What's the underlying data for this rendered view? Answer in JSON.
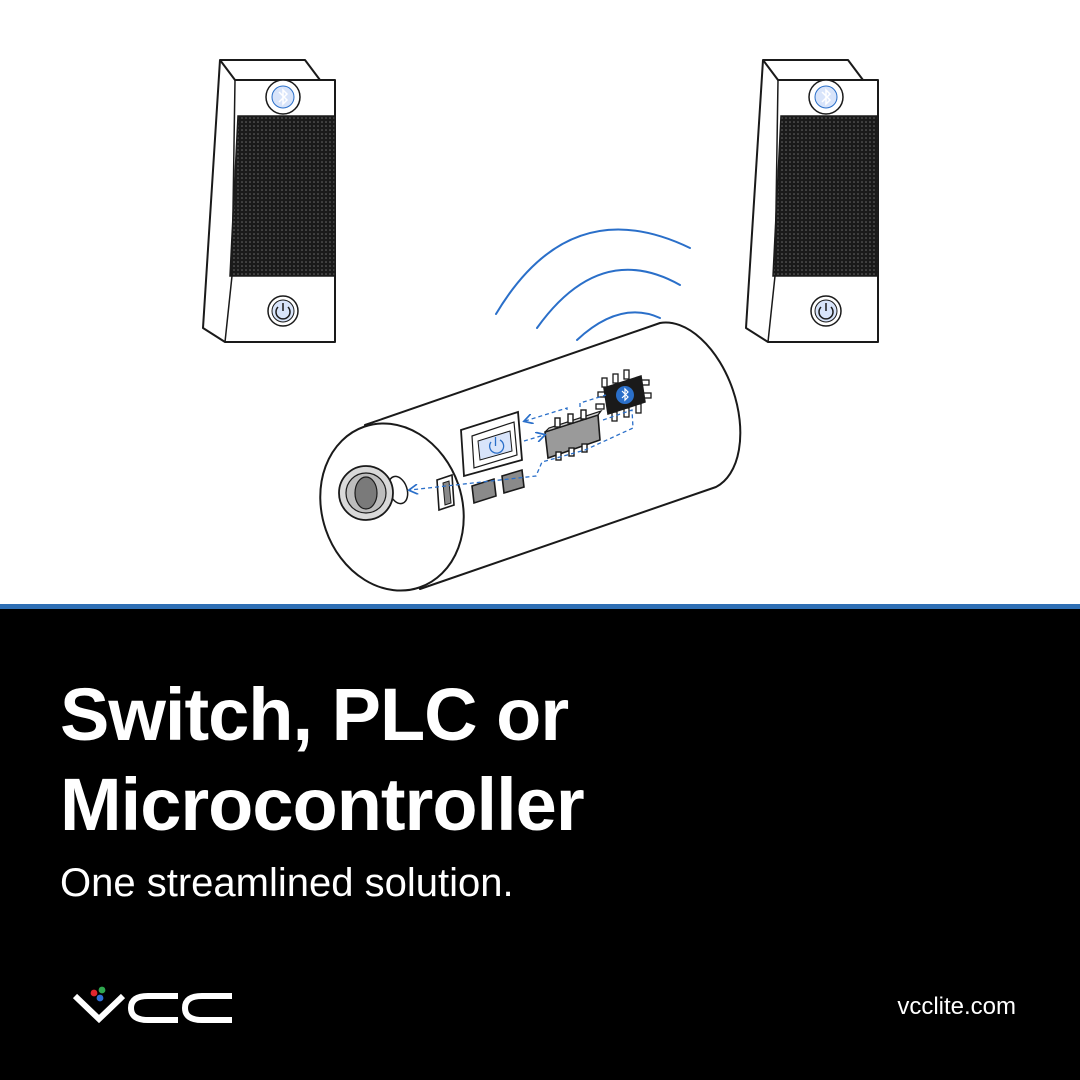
{
  "colors": {
    "accent": "#2a6fc9",
    "banner": "#000000",
    "divider": "#2e6fb5",
    "highlight": "#d8e4fa",
    "chip": "#1b2a8a",
    "text": "#ffffff"
  },
  "icons": {
    "speaker_pairing": "bluetooth-icon",
    "speaker_power": "power-icon",
    "switch_face": "power-icon",
    "chip_mark": "bluetooth-icon",
    "signal": "wireless-signal-icon"
  },
  "banner": {
    "headline_line1": "Switch, PLC or",
    "headline_line2": "Microcontroller",
    "subline": "One streamlined solution."
  },
  "footer": {
    "website": "vcclite.com"
  },
  "logo": {
    "dot_colors": [
      "#e0262f",
      "#2fa84f",
      "#2f6fd6"
    ]
  }
}
